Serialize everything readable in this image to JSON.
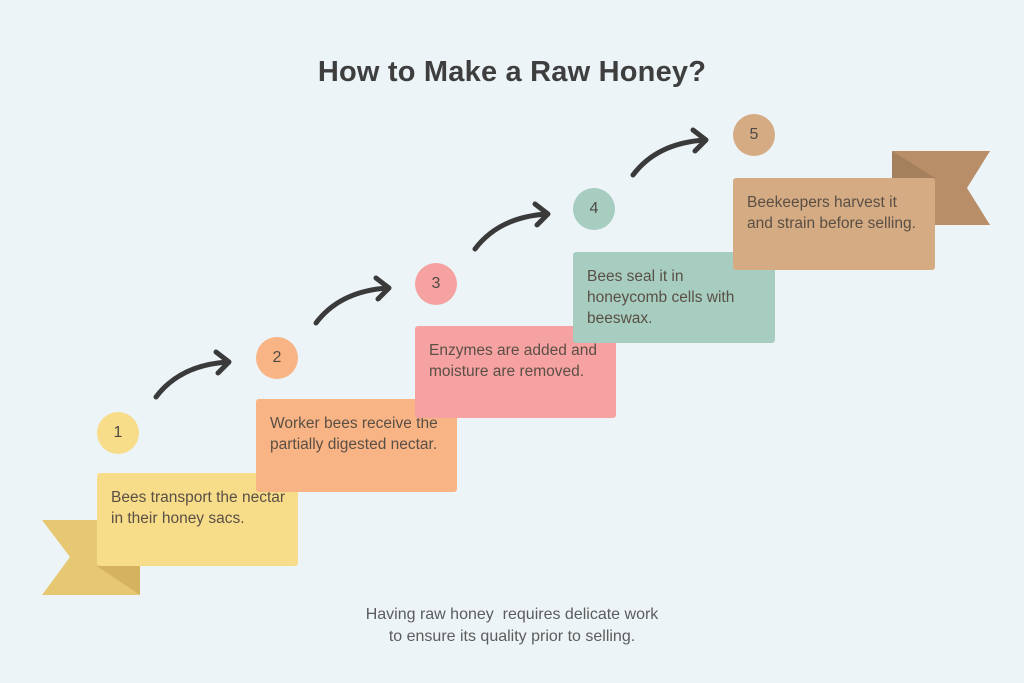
{
  "title": "How to Make a Raw Honey?",
  "steps": [
    {
      "number": "1",
      "text": "Bees transport the nectar in their honey sacs.",
      "color": "#f7dd8a",
      "fold_color": "#e2c26c"
    },
    {
      "number": "2",
      "text": "Worker bees receive the partially digested nectar.",
      "color": "#f8b485",
      "fold_color": "#dc8f6e"
    },
    {
      "number": "3",
      "text": "Enzymes are added and moisture are removed.",
      "color": "#f6a2a2",
      "fold_color": "#d98386"
    },
    {
      "number": "4",
      "text": "Bees seal it in honeycomb cells with beeswax.",
      "color": "#a6cdc0",
      "fold_color": "#86a99c"
    },
    {
      "number": "5",
      "text": "Beekeepers harvest it and strain before selling.",
      "color": "#d5ab83",
      "fold_color": "#a9825f"
    }
  ],
  "caption": {
    "line1": "Having raw honey  requires delicate work",
    "line2": "to ensure its quality prior to selling."
  },
  "colors": {
    "background": "#ecf4f7",
    "arrow": "#3a3a3a",
    "ribbon_left": "#e6c772",
    "ribbon_right": "#b88e68"
  }
}
